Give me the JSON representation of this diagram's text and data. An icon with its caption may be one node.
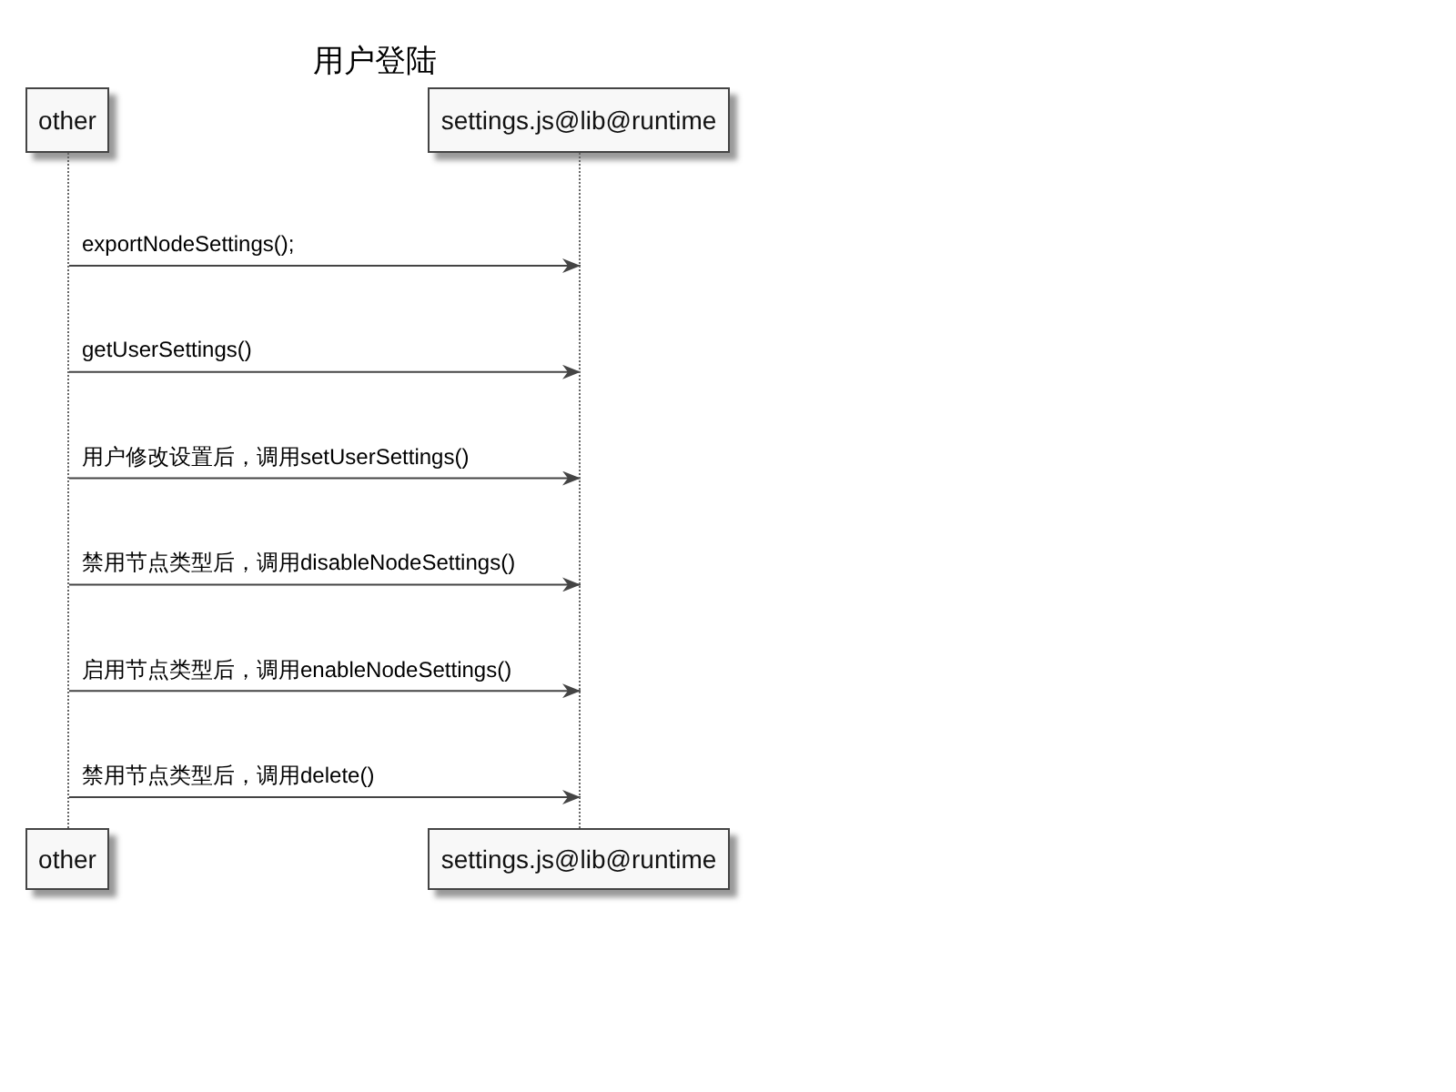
{
  "diagram": {
    "title": "用户登陆",
    "nodes": [
      {
        "text": [
          "other"
        ]
      },
      {
        "text": [
          "settings.js@lib@runtime"
        ]
      },
      {
        "text": [
          "other"
        ]
      },
      {
        "text": [
          "settings.js@lib@runtime"
        ]
      },
      {
        "text": [],
        "shape": "bar"
      },
      {
        "text": [],
        "shape": "bar"
      }
    ],
    "edges": [
      {
        "from": 4,
        "to": 5,
        "arrow": "to",
        "label": "exportNodeSettings();"
      },
      {
        "from": 4,
        "to": 5,
        "arrow": "to",
        "label": "getUserSettings()"
      },
      {
        "from": 4,
        "to": 5,
        "arrow": "to",
        "label": "用户修改设置后，调用setUserSettings()"
      },
      {
        "from": 4,
        "to": 5,
        "arrow": "to",
        "label": "禁用节点类型后，调用disableNodeSettings()"
      },
      {
        "from": 4,
        "to": 5,
        "arrow": "to",
        "label": "启用节点类型后，调用enableNodeSettings()"
      },
      {
        "from": 4,
        "to": 5,
        "arrow": "to",
        "label": "禁用节点类型后，调用delete()"
      }
    ]
  }
}
